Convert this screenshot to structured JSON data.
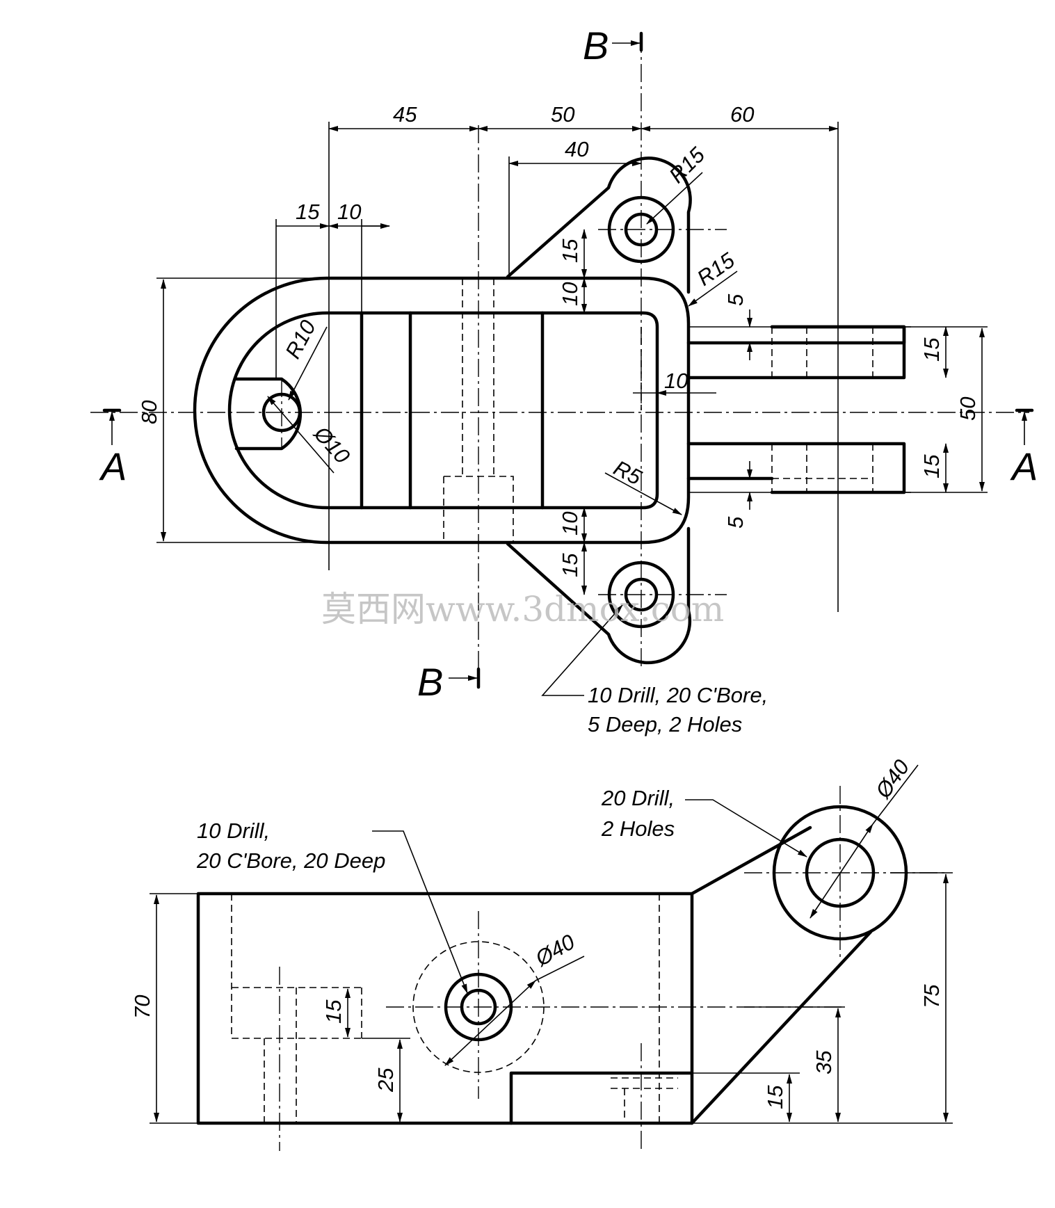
{
  "views": {
    "top": {
      "dims": {
        "d45": "45",
        "d50": "50",
        "d60": "60",
        "d40": "40",
        "d15a": "15",
        "d10a": "10",
        "r15a": "R15",
        "r15b": "R15",
        "r10": "R10",
        "phi10": "Ø10",
        "r5": "R5",
        "d80": "80",
        "d15v1": "15",
        "d10v1": "10",
        "d10v2": "10",
        "d15v2": "15",
        "d5a": "5",
        "d15r1": "15",
        "d50r": "50",
        "d15r2": "15",
        "d5b": "5",
        "d10h": "10"
      },
      "section_a_left": "A",
      "section_a_right": "A",
      "section_b_top": "B",
      "section_b_bottom": "B",
      "note_line1": "10 Drill, 20 C'Bore,",
      "note_line2": "5 Deep, 2 Holes"
    },
    "front": {
      "dims": {
        "d70": "70",
        "d15": "15",
        "d25": "25",
        "phi40a": "Ø40",
        "phi40b": "Ø40",
        "d15b": "15",
        "d35": "35",
        "d75": "75"
      },
      "note_left_line1": "10 Drill,",
      "note_left_line2": "20 C'Bore, 20 Deep",
      "note_right_line1": "20 Drill,",
      "note_right_line2": "2 Holes"
    }
  },
  "watermark": "莫西网www.3dmox.com"
}
